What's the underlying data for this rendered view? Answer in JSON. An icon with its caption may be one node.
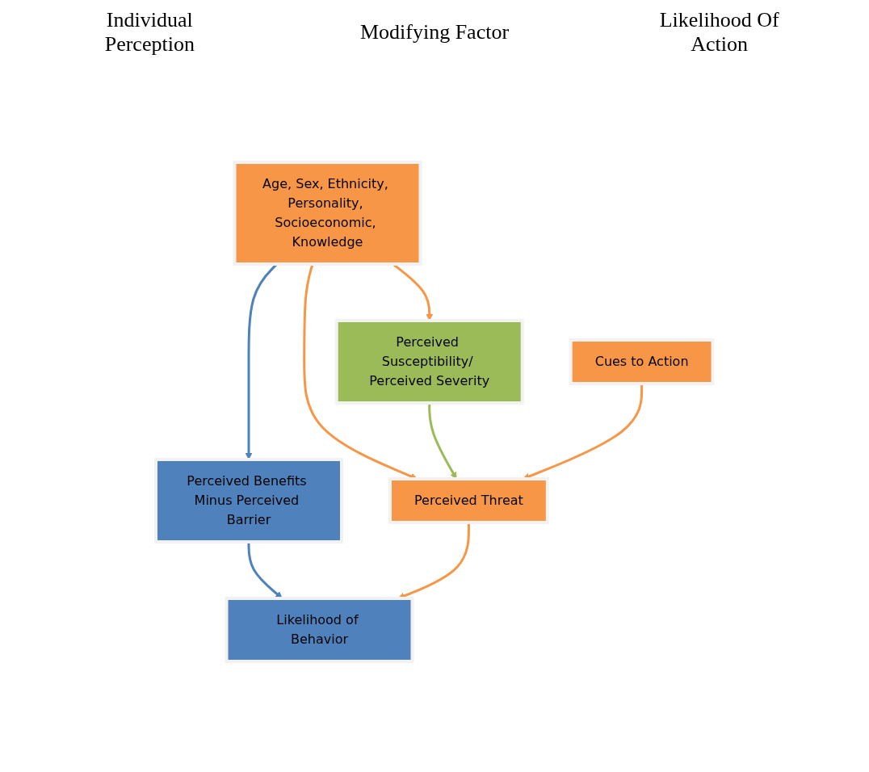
{
  "diagram": {
    "nodes": [
      {
        "text": [
          "Age, Sex, Ethnicity, Personality, Socioeconomic, Knowledge"
        ]
      },
      {
        "text": [
          "Perceived Benefits Minus Perceived Barrier"
        ]
      },
      {
        "text": [
          "Perceived Susceptibility/ Perceived Severity"
        ]
      },
      {
        "text": [
          "Perceived Threat"
        ]
      },
      {
        "text": [
          "Likelihood of Behavior"
        ]
      },
      {
        "text": [
          "Cues to Action"
        ]
      }
    ],
    "edges": [
      {
        "from": 0,
        "to": 1,
        "arrow": "to",
        "color": "#4f81bd"
      },
      {
        "from": 0,
        "to": 2,
        "arrow": "to"
      },
      {
        "from": 0,
        "to": 3,
        "arrow": "to"
      },
      {
        "from": 1,
        "to": 4,
        "arrow": "to",
        "color": "#4f81bd"
      },
      {
        "from": 2,
        "to": 3,
        "arrow": "to",
        "color": "#9bbb59"
      },
      {
        "from": 3,
        "to": 4,
        "arrow": "to"
      },
      {
        "from": 5,
        "to": 3,
        "arrow": "to"
      }
    ],
    "labels": [
      "Individual Perception",
      "Modifying Factor",
      "Likelihood Of Action"
    ]
  }
}
